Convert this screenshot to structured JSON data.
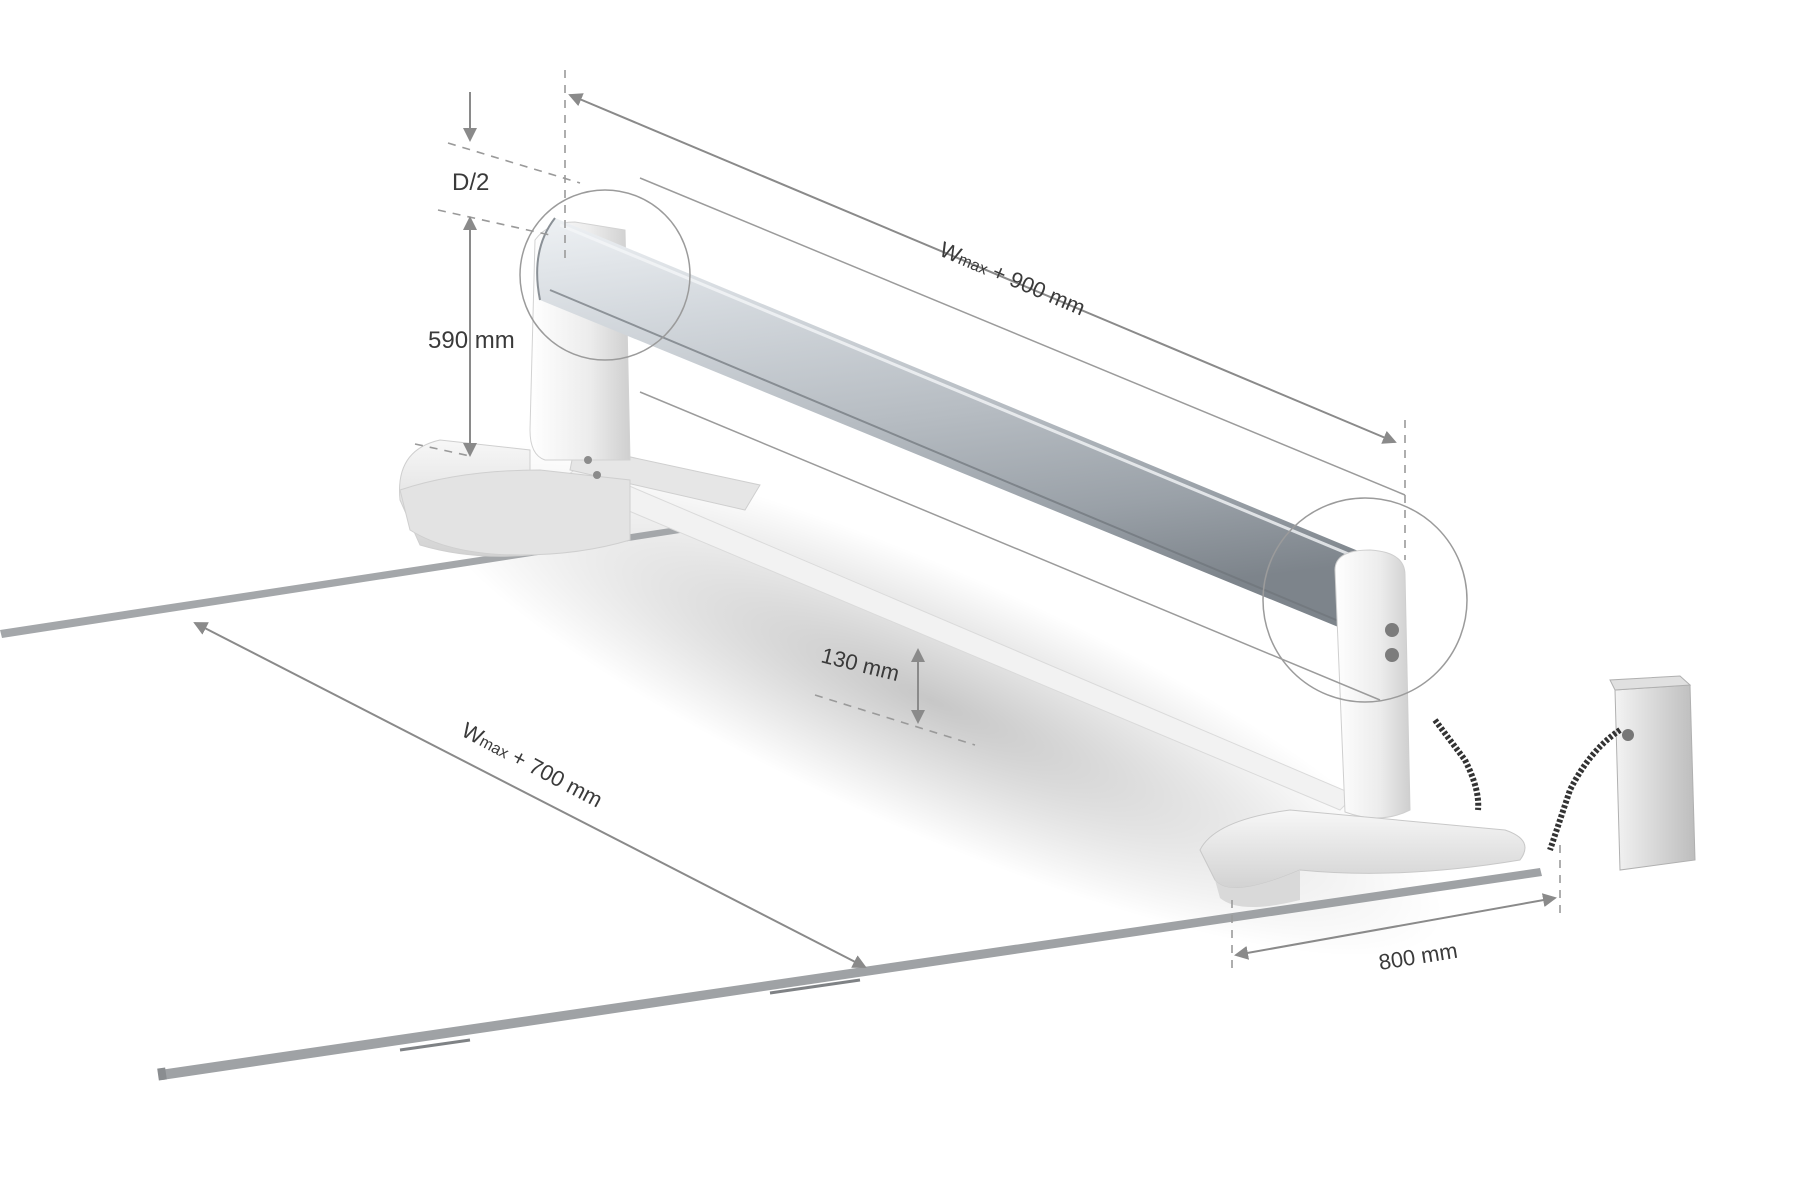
{
  "dimensions": {
    "wmax_900": {
      "base": "W",
      "sub": "max",
      "rest": " + 900 mm"
    },
    "wmax_700": {
      "base": "W",
      "sub": "max",
      "rest": " + 700 mm"
    },
    "h_590": "590 mm",
    "d_half": "D/2",
    "h_130": "130 mm",
    "w_800": "800 mm"
  },
  "colors": {
    "dimension_line": "#8a8a8a",
    "roller_tube": "#c3c8cd",
    "support_body": "#eeeeee",
    "rail": "#9fa2a5"
  }
}
